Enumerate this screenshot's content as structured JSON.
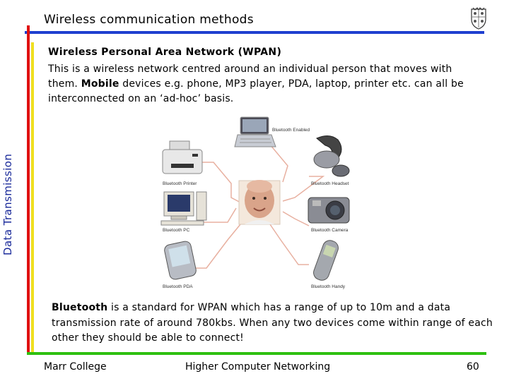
{
  "slide": {
    "title": "Wireless communication methods",
    "side_title": "Data Transmission",
    "subheading": "Wireless Personal Area Network (WPAN)",
    "intro_part1": "This is a wireless network centred around an individual person that moves with them.  ",
    "intro_bold": "Mobile",
    "intro_part2": " devices e.g. phone, MP3 player, PDA, laptop, printer etc. can all be interconnected on an ‘ad-hoc’ basis.",
    "bluetooth_bold": "Bluetooth",
    "bluetooth_rest": " is a standard for WPAN which has a range of up to 10m and a data transmission rate of around 780kbs.  When any two devices come within range of each other they should be able to connect!"
  },
  "diagram": {
    "labels": {
      "laptop": "Bluetooth Enabled",
      "printer": "Bluetooth Printer",
      "headset": "Bluetooth Headset",
      "pc": "Bluetooth PC",
      "camera": "Bluetooth Camera",
      "pda": "Bluetooth PDA",
      "phone": "Bluetooth Handy"
    },
    "line_color": "#e8b0a0"
  },
  "footer": {
    "left": "Marr College",
    "center": "Higher Computer Networking",
    "page": "60"
  },
  "colors": {
    "blue_bar": "#1f3fd0",
    "red_bar": "#e01010",
    "yellow_bar": "#f0e020",
    "green_bar": "#2ec010",
    "side_text": "#1a2a9a"
  }
}
